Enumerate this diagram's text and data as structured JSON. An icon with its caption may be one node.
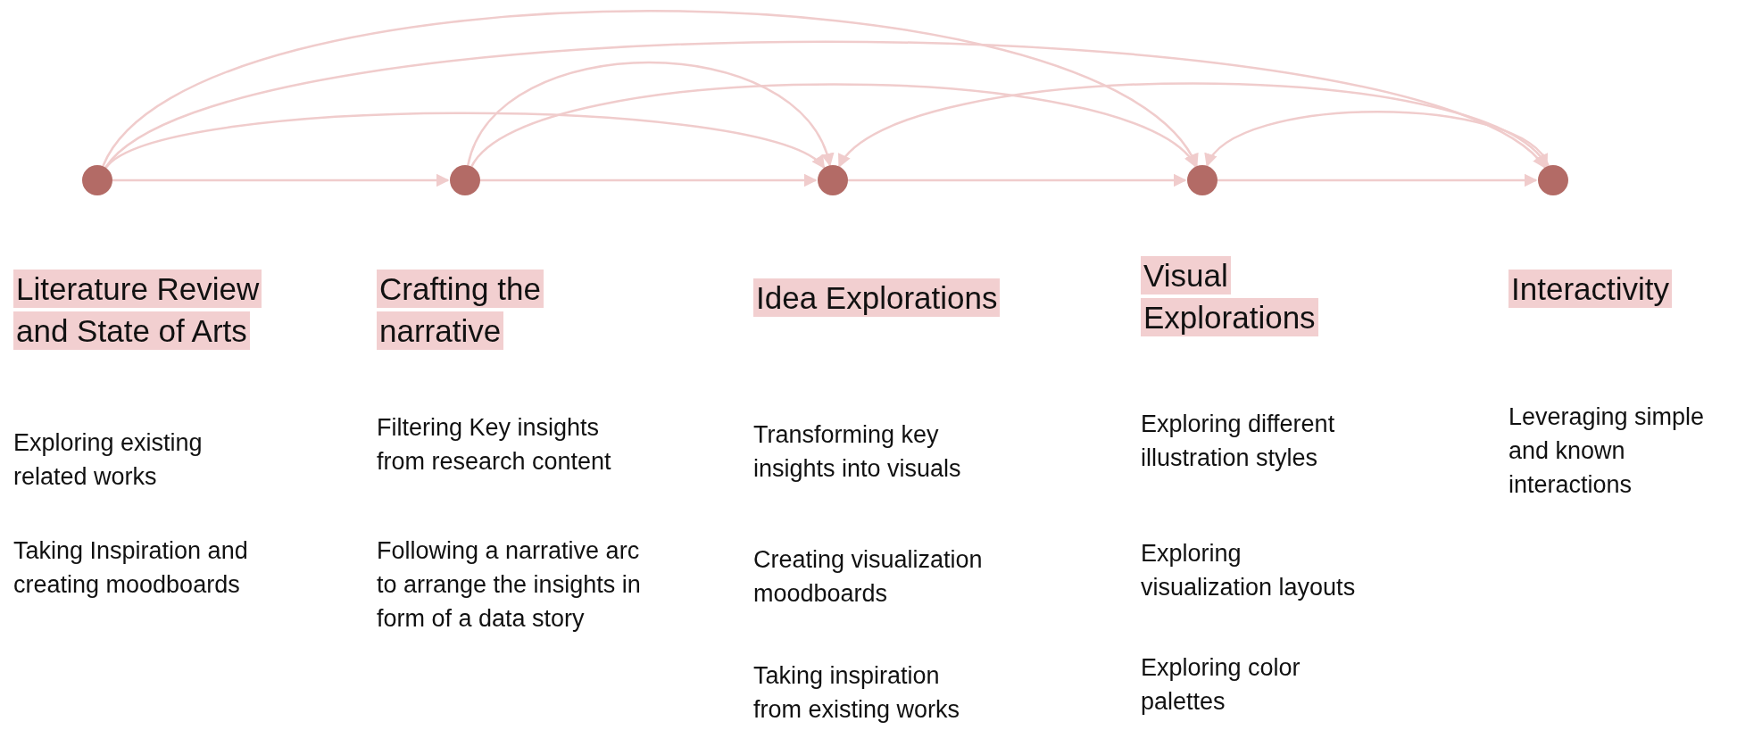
{
  "diagram": {
    "nodes": [
      {
        "text": [],
        "shape": "circle",
        "beside": [
          "Literature Review and State of Arts"
        ]
      },
      {
        "text": [],
        "shape": "circle",
        "beside": [
          "Crafting the narrative"
        ]
      },
      {
        "text": [],
        "shape": "circle",
        "beside": [
          "Idea Explorations"
        ]
      },
      {
        "text": [],
        "shape": "circle",
        "beside": [
          "Visual Explorations"
        ]
      },
      {
        "text": [],
        "shape": "circle",
        "beside": [
          "Interactivity"
        ]
      }
    ],
    "edges": [
      {
        "from": 0,
        "to": 1,
        "arrow": "to"
      },
      {
        "from": 1,
        "to": 2,
        "arrow": "to"
      },
      {
        "from": 2,
        "to": 3,
        "arrow": "to"
      },
      {
        "from": 3,
        "to": 4,
        "arrow": "to"
      },
      {
        "from": 0,
        "to": 3,
        "arrow": "to"
      },
      {
        "from": 0,
        "to": 4,
        "arrow": "to"
      },
      {
        "from": 0,
        "to": 2,
        "arrow": "to"
      },
      {
        "from": 1,
        "to": 2,
        "arrow": "to"
      },
      {
        "from": 1,
        "to": 3,
        "arrow": "to"
      },
      {
        "from": 4,
        "to": 2,
        "arrow": "both"
      },
      {
        "from": 4,
        "to": 3,
        "arrow": "to"
      }
    ],
    "labels": [
      "Exploring existing related works",
      "Taking Inspiration and creating moodboards",
      "Filtering Key insights from research content",
      "Following a narrative arc to arrange the insights in form of a data story",
      "Transforming key insights into visuals",
      "Creating visualization moodboards",
      "Taking inspiration from existing works",
      "Exploring different illustration styles",
      "Exploring visualization layouts",
      "Exploring color palettes",
      "Leveraging simple and known interactions"
    ]
  }
}
